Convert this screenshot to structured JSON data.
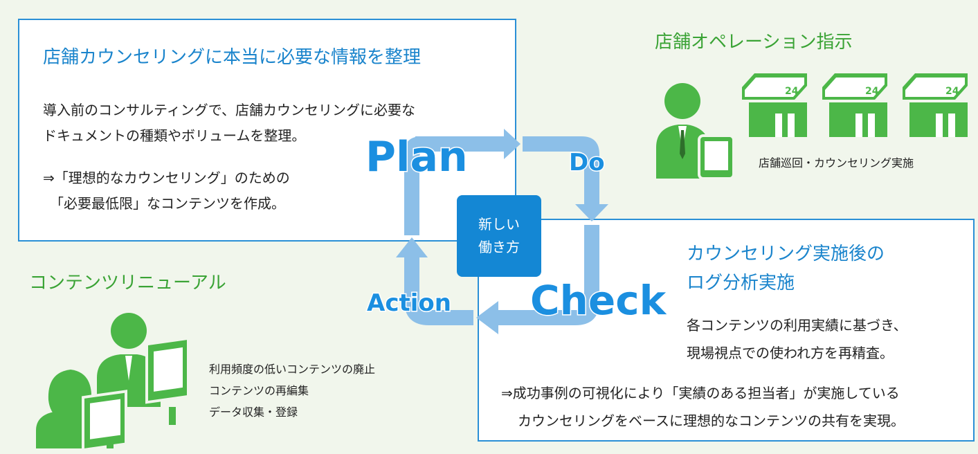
{
  "plan_panel": {
    "title": "店舗カウンセリングに本当に必要な情報を整理",
    "line1": "導入前のコンサルティングで、店舗カウンセリングに必要な",
    "line2": "ドキュメントの種類やボリュームを整理。",
    "line3": "⇒「理想的なカウンセリング」のための",
    "line4": "「必要最低限」なコンテンツを作成。"
  },
  "do_section": {
    "title": "店舗オペレーション指示",
    "caption": "店舗巡回・カウンセリング実施",
    "store_number": "24"
  },
  "check_panel": {
    "title_line1": "カウンセリング実施後の",
    "title_line2": "ログ分析実施",
    "line1": "各コンテンツの利用実績に基づき、",
    "line2": "現場視点での使われ方を再精査。",
    "line3": "⇒成功事例の可視化により「実績のある担当者」が実施している",
    "line4": "カウンセリングをベースに理想的なコンテンツの共有を実現。"
  },
  "action_section": {
    "title": "コンテンツリニューアル",
    "item1": "利用頻度の低いコンテンツの廃止",
    "item2": "コンテンツの再編集",
    "item3": "データ収集・登録"
  },
  "cycle": {
    "plan": "Plan",
    "do": "Do",
    "check": "Check",
    "action": "Action",
    "center_line1": "新しい",
    "center_line2": "働き方"
  },
  "colors": {
    "background": "#f1f6ec",
    "panel_border": "#2a8fd6",
    "blue_text": "#1a84cc",
    "green": "#4cb748",
    "arrow": "#8cbfe8",
    "center_box": "#1487d4"
  }
}
